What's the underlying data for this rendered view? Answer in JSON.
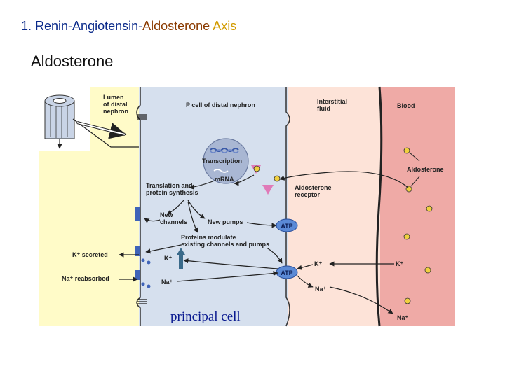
{
  "slide": {
    "title": {
      "number": "1.",
      "part1": "Renin-Angiotensin-",
      "part2": "Aldosterone",
      "part3": "Axis"
    },
    "subtitle": "Aldosterone"
  },
  "diagram": {
    "lumen_label": [
      "Lumen",
      "of distal",
      "nephron"
    ],
    "p_cell_label": "P cell of distal nephron",
    "interstitial_label": [
      "Interstitial",
      "fluid"
    ],
    "blood_label": "Blood",
    "transcription_label": "Transcription",
    "mrna_label": "mRNA",
    "translation_label": [
      "Translation and",
      "protein synthesis"
    ],
    "new_channels_label": [
      "New",
      "channels"
    ],
    "new_pumps_label": "New pumps",
    "modulate_label": [
      "Proteins modulate",
      "existing channels and pumps"
    ],
    "k_secreted_label": "K⁺ secreted",
    "na_reabsorbed_label": "Na⁺ reabsorbed",
    "aldosterone_label": "Aldosterone",
    "aldosterone_receptor_label": [
      "Aldosterone",
      "receptor"
    ],
    "atp_label": "ATP",
    "k_label": "K⁺",
    "na_label": "Na⁺",
    "caption": "principal cell"
  },
  "colors": {
    "lumen": "#fffbc8",
    "cell": "#d6e0ee",
    "interstitial": "#fde3d8",
    "blood": "#efaaa6",
    "arrow": "#222222",
    "accent_blue": "#3f63b8"
  }
}
